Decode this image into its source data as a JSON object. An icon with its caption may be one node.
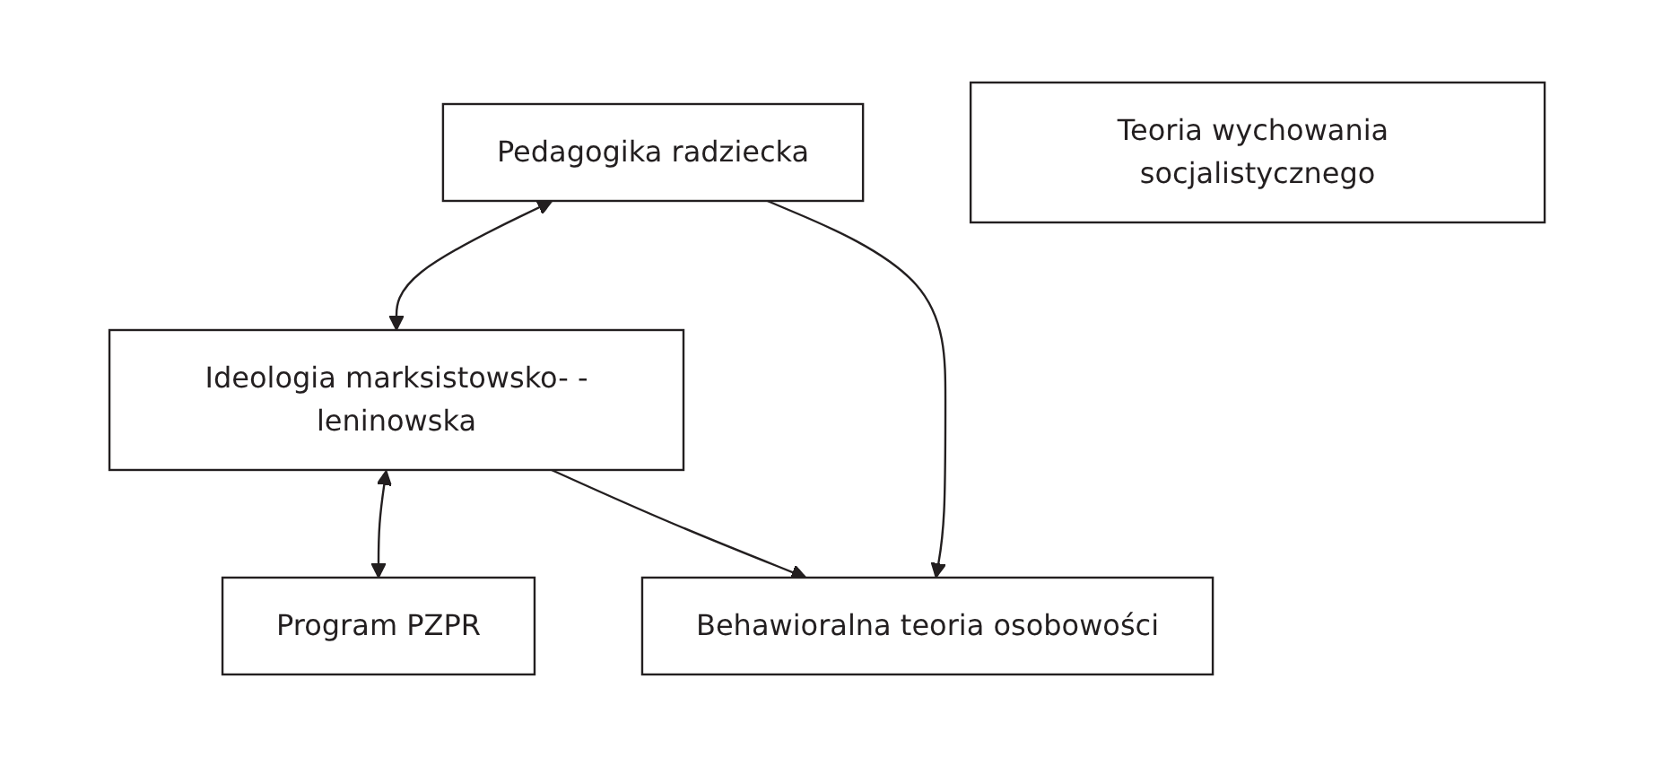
{
  "diagram": {
    "nodes": [
      {
        "text": [
          "Pedagogika radziecka"
        ]
      },
      {
        "text": [
          "Ideologia marksistowsko- -leninowska"
        ]
      },
      {
        "text": [
          "Program PZPR"
        ]
      },
      {
        "text": [
          "Behawioralna teoria osobowości"
        ]
      },
      {
        "text": [
          "Teoria wychowania socjalistycznego"
        ]
      }
    ],
    "edges": [
      {
        "from": 0,
        "to": 1,
        "arrow": "both"
      },
      {
        "from": 1,
        "to": 2,
        "arrow": "both"
      },
      {
        "from": 1,
        "to": 3,
        "arrow": "to"
      },
      {
        "from": 0,
        "to": 3,
        "arrow": "to"
      }
    ]
  }
}
